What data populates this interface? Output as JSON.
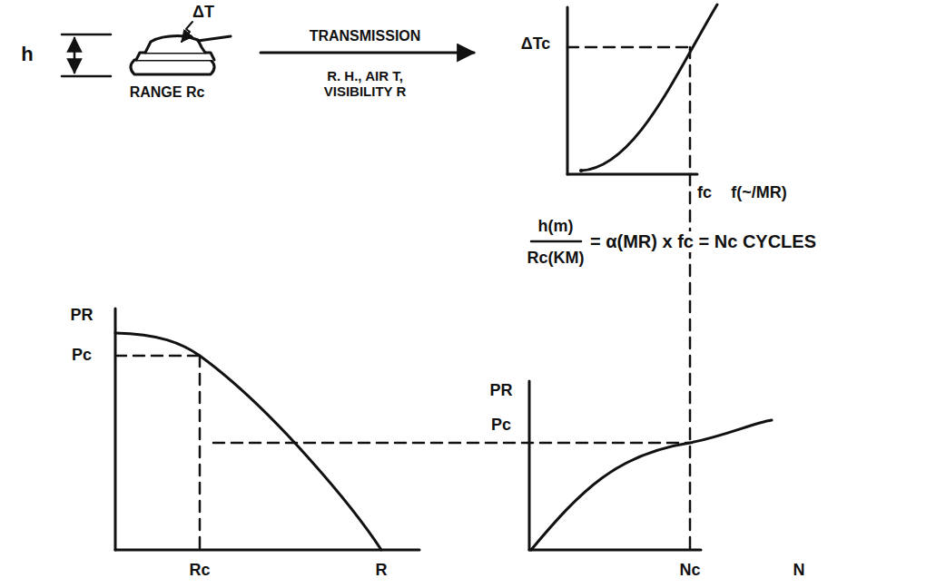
{
  "diagram": {
    "labels": [
      "ΔT",
      "h",
      "RANGE Rc",
      "TRANSMISSION",
      "R. H., AIR T, VISIBILITY R",
      "ΔTc",
      "fc",
      "f(~/MR)",
      "h(m)",
      "Rc(KM)",
      "= α(MR) x fc = Nc CYCLES",
      "PR",
      "Pc",
      "Rc",
      "R",
      "PR",
      "Pc",
      "Nc",
      "N"
    ]
  }
}
